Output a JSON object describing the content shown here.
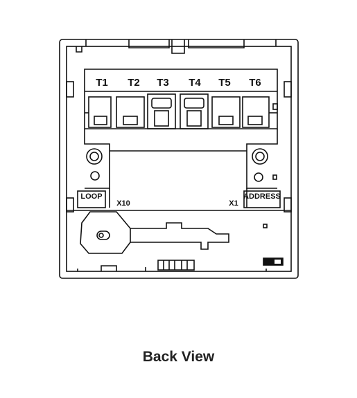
{
  "caption": "Back View",
  "terminals": [
    "T1",
    "T2",
    "T3",
    "T4",
    "T5",
    "T6"
  ],
  "labels": {
    "loop": "LOOP",
    "x10": "X10",
    "x1": "X1",
    "address": "ADDRESS"
  }
}
